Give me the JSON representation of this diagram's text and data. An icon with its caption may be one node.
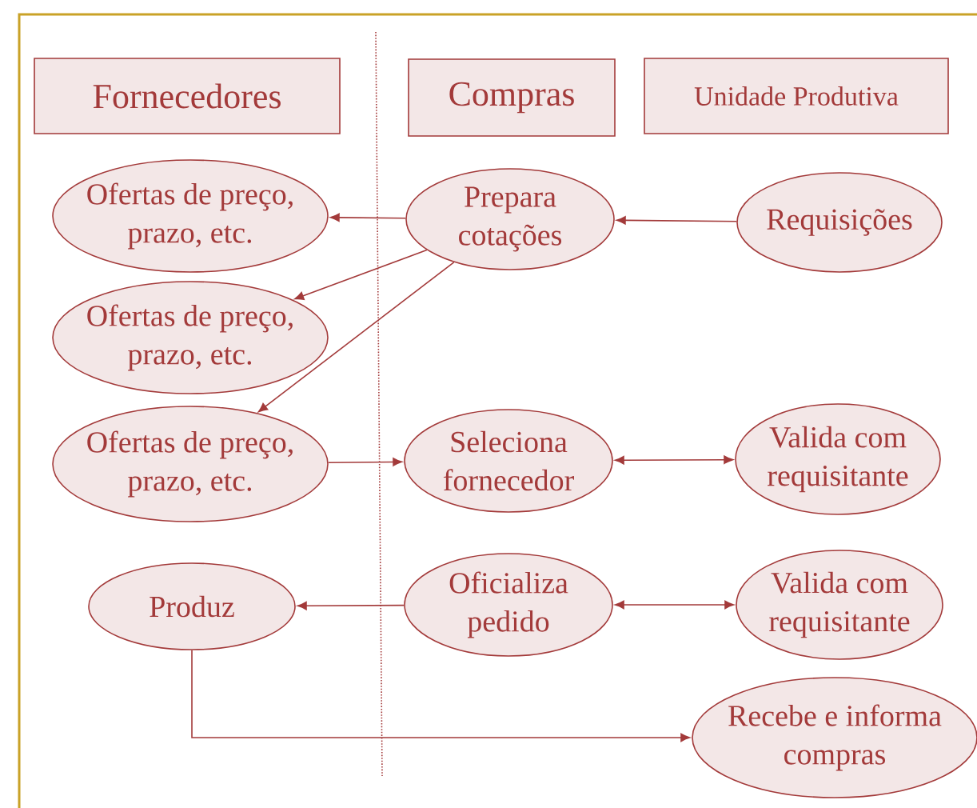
{
  "diagram": {
    "nodes": [
      {
        "text": [
          "Fornecedores"
        ]
      },
      {
        "text": [
          "Compras"
        ]
      },
      {
        "text": [
          "Unidade Produtiva"
        ]
      },
      {
        "text": [
          "Ofertas de preço, prazo, etc."
        ]
      },
      {
        "text": [
          "Prepara cotações"
        ]
      },
      {
        "text": [
          "Requisições"
        ]
      },
      {
        "text": [
          "Ofertas de preço, prazo, etc."
        ]
      },
      {
        "text": [
          "Ofertas de preço, prazo, etc."
        ]
      },
      {
        "text": [
          "Seleciona fornecedor"
        ]
      },
      {
        "text": [
          "Valida com requisitante"
        ]
      },
      {
        "text": [
          "Produz"
        ]
      },
      {
        "text": [
          "Oficializa pedido"
        ]
      },
      {
        "text": [
          "Valida com requisitante"
        ]
      },
      {
        "text": [
          "Recebe e informa compras"
        ]
      }
    ],
    "edges": [
      {
        "from": 5,
        "to": 4,
        "arrow": "to"
      },
      {
        "from": 4,
        "to": 3,
        "arrow": "to"
      },
      {
        "from": 4,
        "to": 6,
        "arrow": "to"
      },
      {
        "from": 4,
        "to": 7,
        "arrow": "to"
      },
      {
        "from": 7,
        "to": 8,
        "arrow": "to"
      },
      {
        "from": 8,
        "to": 9,
        "arrow": "both"
      },
      {
        "from": 11,
        "to": 10,
        "arrow": "to"
      },
      {
        "from": 11,
        "to": 12,
        "arrow": "both"
      },
      {
        "from": 10,
        "to": 13,
        "arrow": "to"
      }
    ]
  }
}
